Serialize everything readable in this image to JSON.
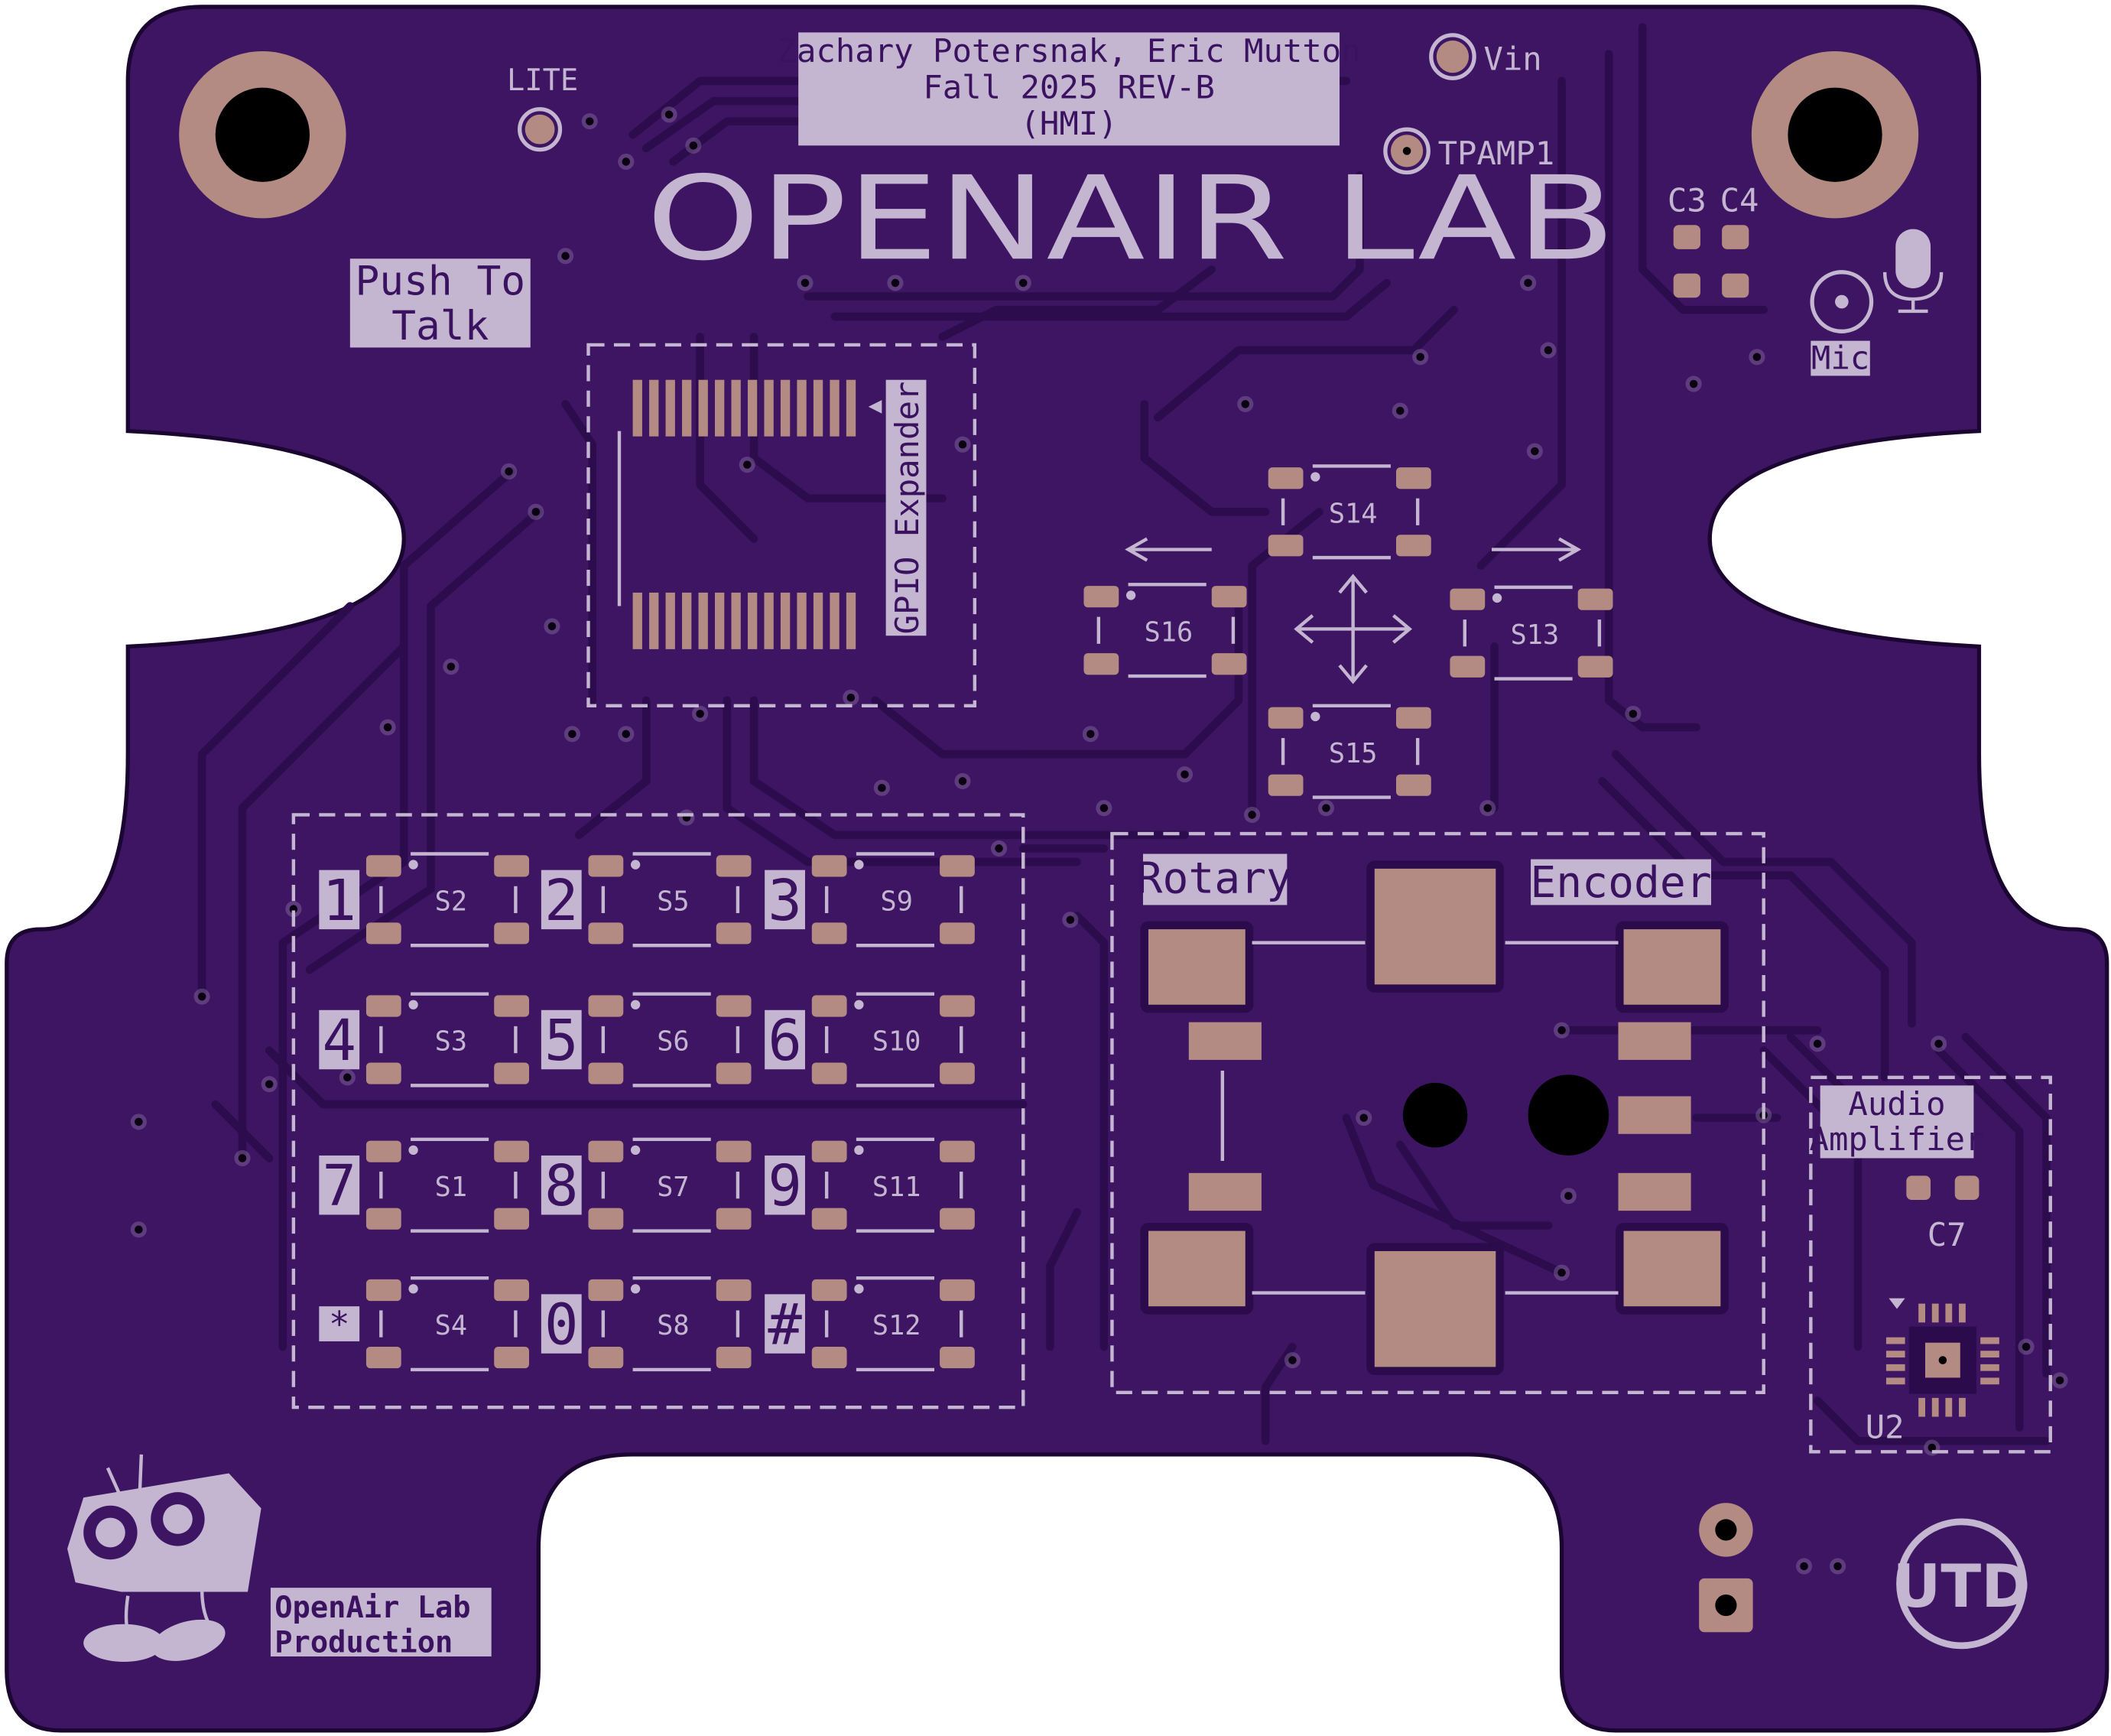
{
  "board": {
    "colors": {
      "soldermask": "#3d1563",
      "trace": "#2d0c4e",
      "silkscreen": "#c4b5d1",
      "copper": "#b48b82",
      "edge": "#1a0630"
    },
    "title_block": [
      "Zachary Potersnak, Eric Mutton",
      "Fall 2025 REV-B",
      "(HMI)"
    ],
    "logo_text": "OPENAIR LAB",
    "push_to_talk": [
      "Push To",
      "Talk"
    ],
    "lite_label": "LITE",
    "vin_label": "Vin",
    "tpamp_label": "TPAMP1",
    "c3_label": "C3",
    "c4_label": "C4",
    "mic_label": "Mic",
    "gpio_label": "GPIO Expander",
    "rotary_label": "Rotary",
    "encoder_label": "Encoder",
    "audio_label": [
      "Audio",
      "Amplifier"
    ],
    "c7_label": "C7",
    "u2_label": "U2",
    "production_label": [
      "OpenAir Lab",
      "Production"
    ],
    "utd_logo": "UTD"
  },
  "keypad": {
    "keys": [
      "1",
      "2",
      "3",
      "4",
      "5",
      "6",
      "7",
      "8",
      "9",
      "*",
      "0",
      "#"
    ],
    "switches": [
      "S2",
      "S5",
      "S9",
      "S3",
      "S6",
      "S10",
      "S1",
      "S7",
      "S11",
      "S4",
      "S8",
      "S12"
    ]
  },
  "nav": {
    "up": "S14",
    "left": "S16",
    "right": "S13",
    "down": "S15"
  }
}
